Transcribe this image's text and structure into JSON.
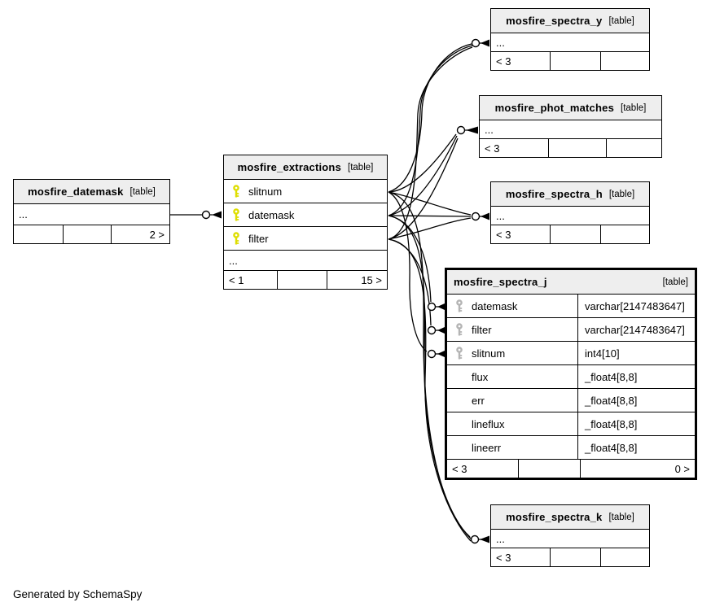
{
  "note": "Generated by SchemaSpy",
  "colors": {
    "header_bg": "#eeeeee",
    "line": "#000000",
    "pk_key": "#dede00",
    "fk_key": "#b4b4b4"
  },
  "tables": [
    {
      "name": "mosfire_datemask",
      "tag": "[table]",
      "dots": "...",
      "footer": [
        "",
        "",
        "2 >"
      ]
    },
    {
      "name": "mosfire_extractions",
      "tag": "[table]",
      "columns": [
        {
          "name": "slitnum",
          "key": "pk"
        },
        {
          "name": "datemask",
          "key": "pk"
        },
        {
          "name": "filter",
          "key": "pk"
        }
      ],
      "dots": "...",
      "footer": [
        "< 1",
        "",
        "15 >"
      ]
    },
    {
      "name": "mosfire_spectra_y",
      "tag": "[table]",
      "dots": "...",
      "footer": [
        "< 3",
        "",
        ""
      ]
    },
    {
      "name": "mosfire_phot_matches",
      "tag": "[table]",
      "dots": "...",
      "footer": [
        "< 3",
        "",
        ""
      ]
    },
    {
      "name": "mosfire_spectra_h",
      "tag": "[table]",
      "dots": "...",
      "footer": [
        "< 3",
        "",
        ""
      ]
    },
    {
      "name": "mosfire_spectra_j",
      "tag": "[table]",
      "columns": [
        {
          "name": "datemask",
          "type": "varchar[2147483647]",
          "key": "fk"
        },
        {
          "name": "filter",
          "type": "varchar[2147483647]",
          "key": "fk"
        },
        {
          "name": "slitnum",
          "type": "int4[10]",
          "key": "fk"
        },
        {
          "name": "flux",
          "type": "_float4[8,8]"
        },
        {
          "name": "err",
          "type": "_float4[8,8]"
        },
        {
          "name": "lineflux",
          "type": "_float4[8,8]"
        },
        {
          "name": "lineerr",
          "type": "_float4[8,8]"
        }
      ],
      "footer": [
        "< 3",
        "",
        "0 >"
      ]
    },
    {
      "name": "mosfire_spectra_k",
      "tag": "[table]",
      "dots": "...",
      "footer": [
        "< 3",
        "",
        ""
      ]
    }
  ]
}
